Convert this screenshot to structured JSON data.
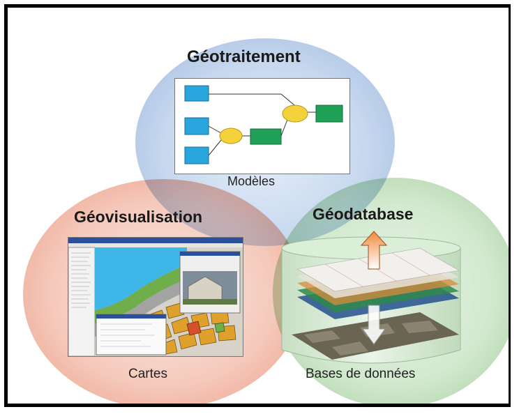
{
  "diagram": {
    "geotraitement": {
      "title": "Géotraitement",
      "caption": "Modèles"
    },
    "geovisualisation": {
      "title": "Géovisualisation",
      "caption": "Cartes"
    },
    "geodatabase": {
      "title": "Géodatabase",
      "caption": "Bases de données"
    }
  },
  "colors": {
    "top_circle": "#a7bfe2",
    "left_circle": "#ec9f88",
    "right_circle": "#a8d2a2",
    "model_box_blue": "#2aa6df",
    "model_box_green": "#21a057",
    "model_node_yellow": "#f3d23a",
    "map_parcel_orange": "#e0a12c",
    "map_water": "#3eb6e8"
  },
  "icons": [
    "model-flowchart-image",
    "map-screenshot-image",
    "database-layers-image"
  ]
}
